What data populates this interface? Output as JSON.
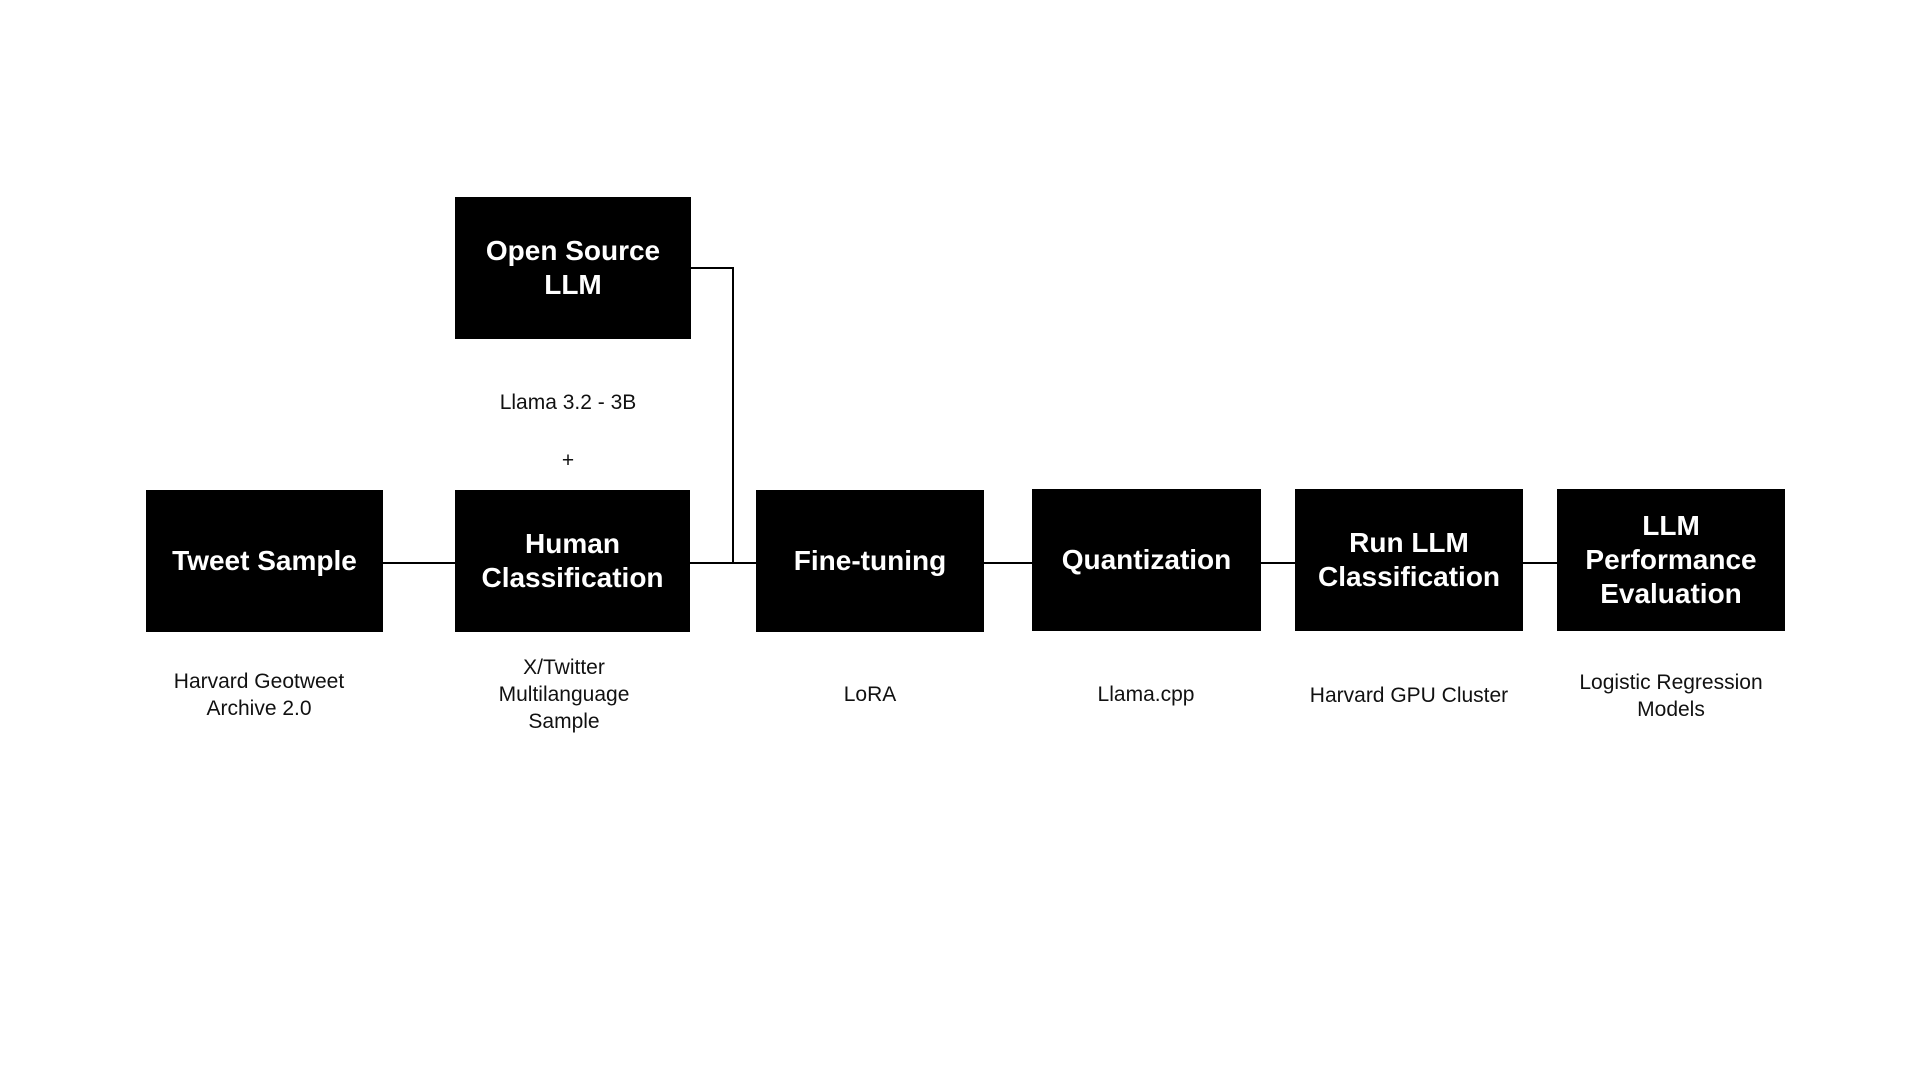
{
  "colors": {
    "box_fill": "#000000",
    "box_text": "#ffffff",
    "connector": "#000000",
    "caption_text": "#111111",
    "background": "#ffffff"
  },
  "nodes": {
    "open_source_llm": "Open Source\nLLM",
    "tweet_sample": "Tweet Sample",
    "human_classification": "Human\nClassification",
    "fine_tuning": "Fine-tuning",
    "quantization": "Quantization",
    "run_llm_classification": "Run LLM\nClassification",
    "llm_performance_evaluation": "LLM\nPerformance\nEvaluation"
  },
  "captions": {
    "llama_model": "Llama 3.2 - 3B",
    "plus": "+",
    "tweet_source": "Harvard Geotweet\nArchive 2.0",
    "twitter_sample": "X/Twitter\nMultilanguage\nSample",
    "lora": "LoRA",
    "llama_cpp": "Llama.cpp",
    "gpu_cluster": "Harvard GPU Cluster",
    "logistic_models": "Logistic Regression\nModels"
  }
}
